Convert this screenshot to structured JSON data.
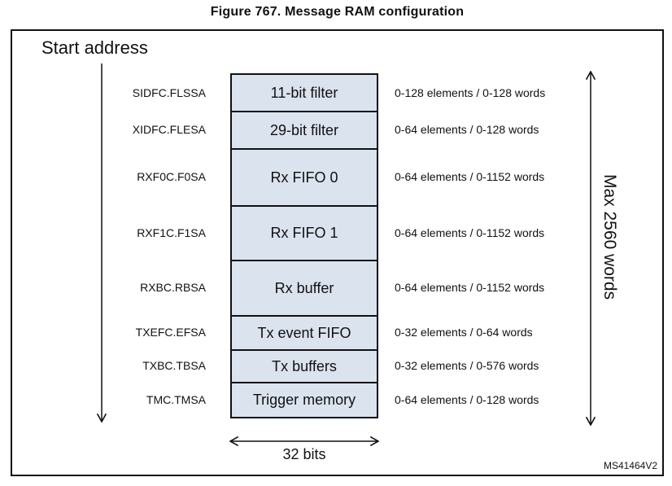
{
  "figure": {
    "title": "Figure 767. Message RAM configuration",
    "watermark": "MS41464V2"
  },
  "diagram": {
    "start_address_label": "Start address",
    "width_label": "32 bits",
    "max_size_label": "Max 2560 words",
    "rows": [
      {
        "register": "SIDFC.FLSSA",
        "segment": "11-bit filter",
        "range": "0-128 elements / 0-128 words"
      },
      {
        "register": "XIDFC.FLESA",
        "segment": "29-bit filter",
        "range": "0-64 elements / 0-128 words"
      },
      {
        "register": "RXF0C.F0SA",
        "segment": "Rx FIFO 0",
        "range": "0-64 elements / 0-1152 words"
      },
      {
        "register": "RXF1C.F1SA",
        "segment": "Rx FIFO 1",
        "range": "0-64 elements / 0-1152 words"
      },
      {
        "register": "RXBC.RBSA",
        "segment": "Rx buffer",
        "range": "0-64 elements / 0-1152 words"
      },
      {
        "register": "TXEFC.EFSA",
        "segment": "Tx event FIFO",
        "range": "0-32 elements / 0-64 words"
      },
      {
        "register": "TXBC.TBSA",
        "segment": "Tx buffers",
        "range": "0-32 elements / 0-576 words"
      },
      {
        "register": "TMC.TMSA",
        "segment": "Trigger memory",
        "range": "0-64 elements / 0-128 words"
      }
    ],
    "colors": {
      "box_fill": "#dbe3ef",
      "line": "#111111"
    }
  }
}
